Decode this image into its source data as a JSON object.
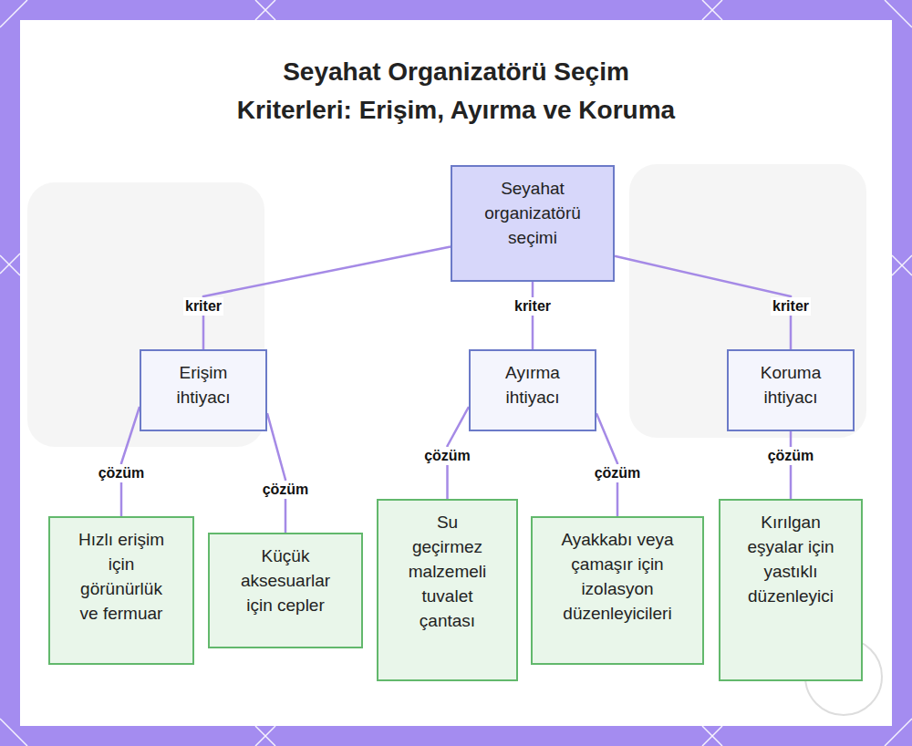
{
  "diagram": {
    "title": "Seyahat Organizatörü Seçim Kriterleri: Erişim, Ayırma ve Koruma",
    "nodes": [
      {
        "text": [
          "Seyahat organizatörü seçimi"
        ]
      },
      {
        "text": [
          "Erişim ihtiyacı"
        ]
      },
      {
        "text": [
          "Ayırma ihtiyacı"
        ]
      },
      {
        "text": [
          "Koruma ihtiyacı"
        ]
      },
      {
        "text": [
          "Hızlı erişim için görünürlük ve fermuar"
        ]
      },
      {
        "text": [
          "Küçük aksesuarlar için cepler"
        ]
      },
      {
        "text": [
          "Su geçirmez malzemeli tuvalet çantası"
        ]
      },
      {
        "text": [
          "Ayakkabı veya çamaşır için izolasyon düzenleyicileri"
        ]
      },
      {
        "text": [
          "Kırılgan eşyalar için yastıklı düzenleyici"
        ]
      }
    ],
    "edges": [
      {
        "from": 0,
        "to": 1,
        "label": "kriter",
        "arrow": "none"
      },
      {
        "from": 0,
        "to": 2,
        "label": "kriter",
        "arrow": "none"
      },
      {
        "from": 0,
        "to": 3,
        "label": "kriter",
        "arrow": "none"
      },
      {
        "from": 1,
        "to": 4,
        "label": "çözüm",
        "arrow": "none"
      },
      {
        "from": 1,
        "to": 5,
        "label": "çözüm",
        "arrow": "none"
      },
      {
        "from": 2,
        "to": 6,
        "label": "çözüm",
        "arrow": "none"
      },
      {
        "from": 2,
        "to": 7,
        "label": "çözüm",
        "arrow": "none"
      },
      {
        "from": 3,
        "to": 8,
        "label": "çözüm",
        "arrow": "none"
      }
    ]
  }
}
